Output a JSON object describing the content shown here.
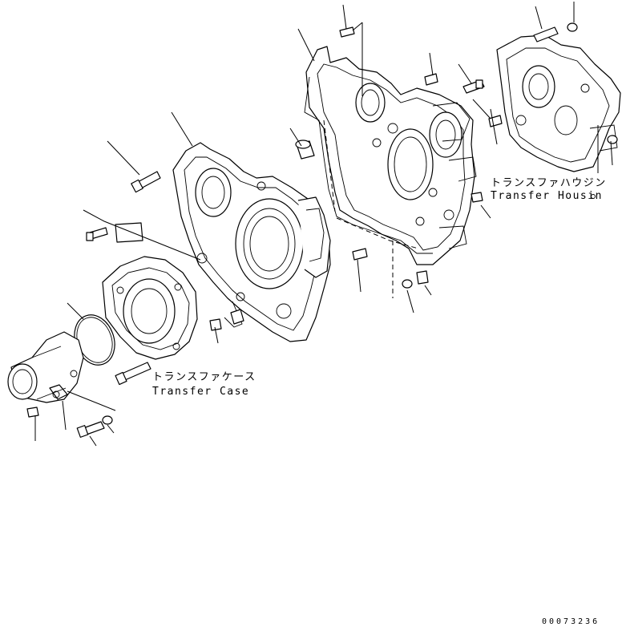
{
  "labels": {
    "transfer_housing_jp": "トランスファハウジン",
    "transfer_housing_en": "Transfer Housin",
    "transfer_case_jp": "トランスファケース",
    "transfer_case_en": "Transfer Case",
    "drawing_number": "00073236"
  }
}
